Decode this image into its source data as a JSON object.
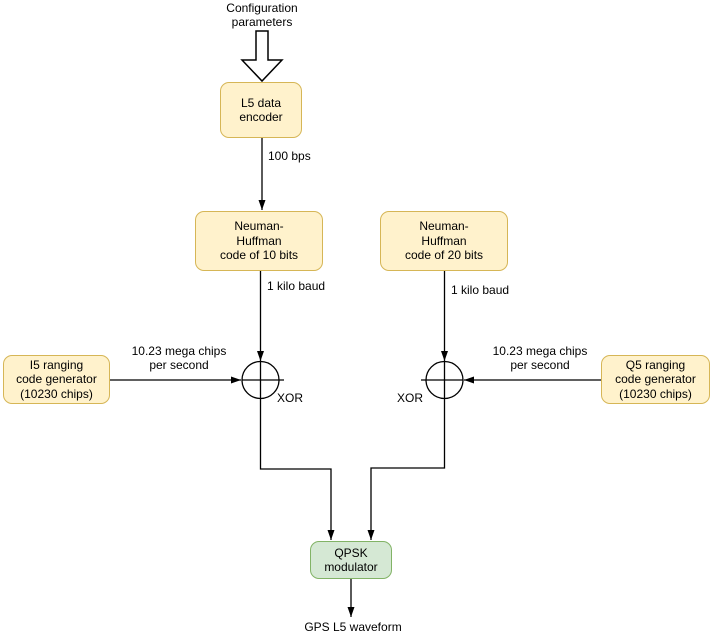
{
  "diagram": {
    "nodes": {
      "config_params": "Configuration\nparameters",
      "l5_encoder": "L5 data\nencoder",
      "nh10": "Neuman-\nHuffman\ncode of 10 bits",
      "nh20": "Neuman-\nHuffman\ncode of 20 bits",
      "i5_generator": "I5 ranging\ncode generator\n(10230 chips)",
      "q5_generator": "Q5 ranging\ncode generator\n(10230 chips)",
      "qpsk_modulator": "QPSK\nmodulator",
      "output": "GPS L5 waveform"
    },
    "edge_labels": {
      "data_rate": "100 bps",
      "baud_left": "1 kilo baud",
      "baud_right": "1 kilo baud",
      "chip_rate_left": "10.23 mega chips\nper second",
      "chip_rate_right": "10.23 mega chips\nper second",
      "xor_left": "XOR",
      "xor_right": "XOR"
    },
    "colors": {
      "node_fill": "#fff2cc",
      "node_border": "#d6b656",
      "modulator_fill": "#d5e8d4",
      "modulator_border": "#82b366",
      "line": "#000000",
      "background": "#ffffff"
    }
  }
}
